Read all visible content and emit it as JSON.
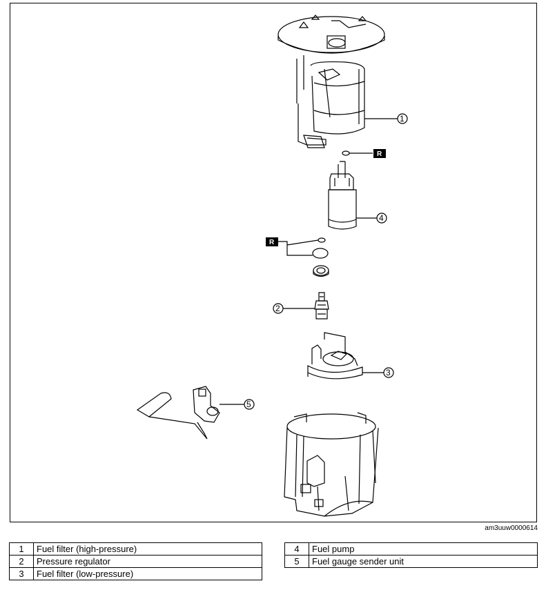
{
  "diagram_code": "am3uuw0000614",
  "callouts": {
    "c1": "1",
    "c2": "2",
    "c3": "3",
    "c4": "4",
    "c5": "5",
    "r": "R"
  },
  "legend": {
    "left": [
      {
        "num": "1",
        "label": "Fuel filter (high-pressure)"
      },
      {
        "num": "2",
        "label": "Pressure regulator"
      },
      {
        "num": "3",
        "label": "Fuel filter (low-pressure)"
      }
    ],
    "right": [
      {
        "num": "4",
        "label": "Fuel pump"
      },
      {
        "num": "5",
        "label": "Fuel gauge sender unit"
      }
    ]
  }
}
